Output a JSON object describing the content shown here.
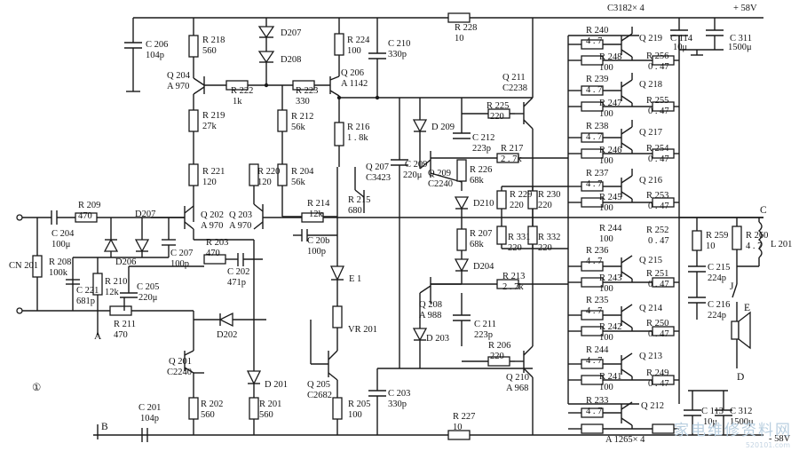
{
  "labels": [
    {
      "t": "C3182× 4"
    },
    {
      "t": "+ 58V"
    },
    {
      "t": "C 206"
    },
    {
      "t": "104p"
    },
    {
      "t": "R 218"
    },
    {
      "t": "560"
    },
    {
      "t": "D207"
    },
    {
      "t": "R 224"
    },
    {
      "t": "100"
    },
    {
      "t": "C 210"
    },
    {
      "t": "330p"
    },
    {
      "t": "R 228"
    },
    {
      "t": "10"
    },
    {
      "t": "Q 204"
    },
    {
      "t": "A 970"
    },
    {
      "t": "R 222"
    },
    {
      "t": "1k"
    },
    {
      "t": "D208"
    },
    {
      "t": "R 223"
    },
    {
      "t": "330"
    },
    {
      "t": "Q 206"
    },
    {
      "t": "A 1142"
    },
    {
      "t": "R 219"
    },
    {
      "t": "27k"
    },
    {
      "t": "R 212"
    },
    {
      "t": "56k"
    },
    {
      "t": "R 216"
    },
    {
      "t": "1 . 8k"
    },
    {
      "t": "D 209"
    },
    {
      "t": "C 212"
    },
    {
      "t": "223p"
    },
    {
      "t": "R 221"
    },
    {
      "t": "120"
    },
    {
      "t": "R 220"
    },
    {
      "t": "120"
    },
    {
      "t": "R 204"
    },
    {
      "t": "56k"
    },
    {
      "t": "Q 207"
    },
    {
      "t": "C3423"
    },
    {
      "t": "C 209"
    },
    {
      "t": "220μ"
    },
    {
      "t": "Q 209"
    },
    {
      "t": "C2240"
    },
    {
      "t": "R 226"
    },
    {
      "t": "68k"
    },
    {
      "t": "R 209"
    },
    {
      "t": "470"
    },
    {
      "t": "D207"
    },
    {
      "t": "Q 202"
    },
    {
      "t": "A 970"
    },
    {
      "t": "Q 203"
    },
    {
      "t": "A 970"
    },
    {
      "t": "R 214"
    },
    {
      "t": "12k"
    },
    {
      "t": "R 215"
    },
    {
      "t": "680"
    },
    {
      "t": "D210"
    },
    {
      "t": "C 204"
    },
    {
      "t": "100μ"
    },
    {
      "t": "R 203"
    },
    {
      "t": "470"
    },
    {
      "t": "C 20b"
    },
    {
      "t": "100p"
    },
    {
      "t": "R 207"
    },
    {
      "t": "68k"
    },
    {
      "t": "CN 201"
    },
    {
      "t": "R 208"
    },
    {
      "t": "100k"
    },
    {
      "t": "D206"
    },
    {
      "t": "C 207"
    },
    {
      "t": "100p"
    },
    {
      "t": "C 202"
    },
    {
      "t": "471p"
    },
    {
      "t": "E 1"
    },
    {
      "t": "D204"
    },
    {
      "t": "C 221"
    },
    {
      "t": "681p"
    },
    {
      "t": "R 210"
    },
    {
      "t": "12k"
    },
    {
      "t": "C 205"
    },
    {
      "t": "220μ"
    },
    {
      "t": "Q 208"
    },
    {
      "t": "A 988"
    },
    {
      "t": "R 211"
    },
    {
      "t": "470"
    },
    {
      "t": "A"
    },
    {
      "t": "D202"
    },
    {
      "t": "VR 201"
    },
    {
      "t": "D 203"
    },
    {
      "t": "C 211"
    },
    {
      "t": "223p"
    },
    {
      "t": "Q 201"
    },
    {
      "t": "C2240"
    },
    {
      "t": "D 201"
    },
    {
      "t": "R 206"
    },
    {
      "t": "220"
    },
    {
      "t": "①"
    },
    {
      "t": "Q 205"
    },
    {
      "t": "C2682"
    },
    {
      "t": "Q 210"
    },
    {
      "t": "A 968"
    },
    {
      "t": "R 202"
    },
    {
      "t": "560"
    },
    {
      "t": "R 201"
    },
    {
      "t": "560"
    },
    {
      "t": "R 205"
    },
    {
      "t": "100"
    },
    {
      "t": "C 203"
    },
    {
      "t": "330p"
    },
    {
      "t": "C 201"
    },
    {
      "t": "104p"
    },
    {
      "t": "R 227"
    },
    {
      "t": "10"
    },
    {
      "t": "B"
    },
    {
      "t": "A 1265× 4"
    },
    {
      "t": "- 58V"
    },
    {
      "t": "Q 211"
    },
    {
      "t": "C2238"
    },
    {
      "t": "R 225"
    },
    {
      "t": "220"
    },
    {
      "t": "R 217"
    },
    {
      "t": "2 . 7k"
    },
    {
      "t": "R 229"
    },
    {
      "t": "220"
    },
    {
      "t": "R 230"
    },
    {
      "t": "220"
    },
    {
      "t": "R 331"
    },
    {
      "t": "220"
    },
    {
      "t": "R 332"
    },
    {
      "t": "220"
    },
    {
      "t": "R 213"
    },
    {
      "t": "2 . 7k"
    },
    {
      "t": "R 240"
    },
    {
      "t": "4 . 7"
    },
    {
      "t": "Q 219"
    },
    {
      "t": "R 248"
    },
    {
      "t": "100"
    },
    {
      "t": "R 256"
    },
    {
      "t": "0 . 47"
    },
    {
      "t": "R 239"
    },
    {
      "t": "4 . 7"
    },
    {
      "t": "Q 218"
    },
    {
      "t": "R 247"
    },
    {
      "t": "100"
    },
    {
      "t": "R 255"
    },
    {
      "t": "0 . 47"
    },
    {
      "t": "R 238"
    },
    {
      "t": "4 . 7"
    },
    {
      "t": "Q 217"
    },
    {
      "t": "R 246"
    },
    {
      "t": "100"
    },
    {
      "t": "R 254"
    },
    {
      "t": "0 . 47"
    },
    {
      "t": "R 237"
    },
    {
      "t": "4 . 7"
    },
    {
      "t": "Q 216"
    },
    {
      "t": "R 245"
    },
    {
      "t": "100"
    },
    {
      "t": "R 253"
    },
    {
      "t": "0 . 47"
    },
    {
      "t": "R 244"
    },
    {
      "t": "100"
    },
    {
      "t": "R 252"
    },
    {
      "t": "0 . 47"
    },
    {
      "t": "R 236"
    },
    {
      "t": "4 . 7"
    },
    {
      "t": "Q 215"
    },
    {
      "t": "R 243"
    },
    {
      "t": "100"
    },
    {
      "t": "R 251"
    },
    {
      "t": "0 . 47"
    },
    {
      "t": "R 235"
    },
    {
      "t": "4 . 7"
    },
    {
      "t": "Q 214"
    },
    {
      "t": "R 242"
    },
    {
      "t": "100"
    },
    {
      "t": "R 250"
    },
    {
      "t": "0 . 47"
    },
    {
      "t": "R 244"
    },
    {
      "t": "4 . 7"
    },
    {
      "t": "Q 213"
    },
    {
      "t": "R 241"
    },
    {
      "t": "100"
    },
    {
      "t": "R 249"
    },
    {
      "t": "0 . 47"
    },
    {
      "t": "R 233"
    },
    {
      "t": "4 . 7"
    },
    {
      "t": "Q 212"
    },
    {
      "t": "C 114"
    },
    {
      "t": "10μ"
    },
    {
      "t": "C 311"
    },
    {
      "t": "1500μ"
    },
    {
      "t": "C"
    },
    {
      "t": "R 259"
    },
    {
      "t": "10"
    },
    {
      "t": "R 260"
    },
    {
      "t": "4 . 7"
    },
    {
      "t": "L 201"
    },
    {
      "t": "C 215"
    },
    {
      "t": "224p"
    },
    {
      "t": "J"
    },
    {
      "t": "C 216"
    },
    {
      "t": "224p"
    },
    {
      "t": "E"
    },
    {
      "t": "D"
    },
    {
      "t": "C 113"
    },
    {
      "t": "10μ"
    },
    {
      "t": "C 312"
    },
    {
      "t": "1500μ"
    }
  ],
  "watermark": {
    "name": "家电维修资料网",
    "url": "520101.com"
  }
}
